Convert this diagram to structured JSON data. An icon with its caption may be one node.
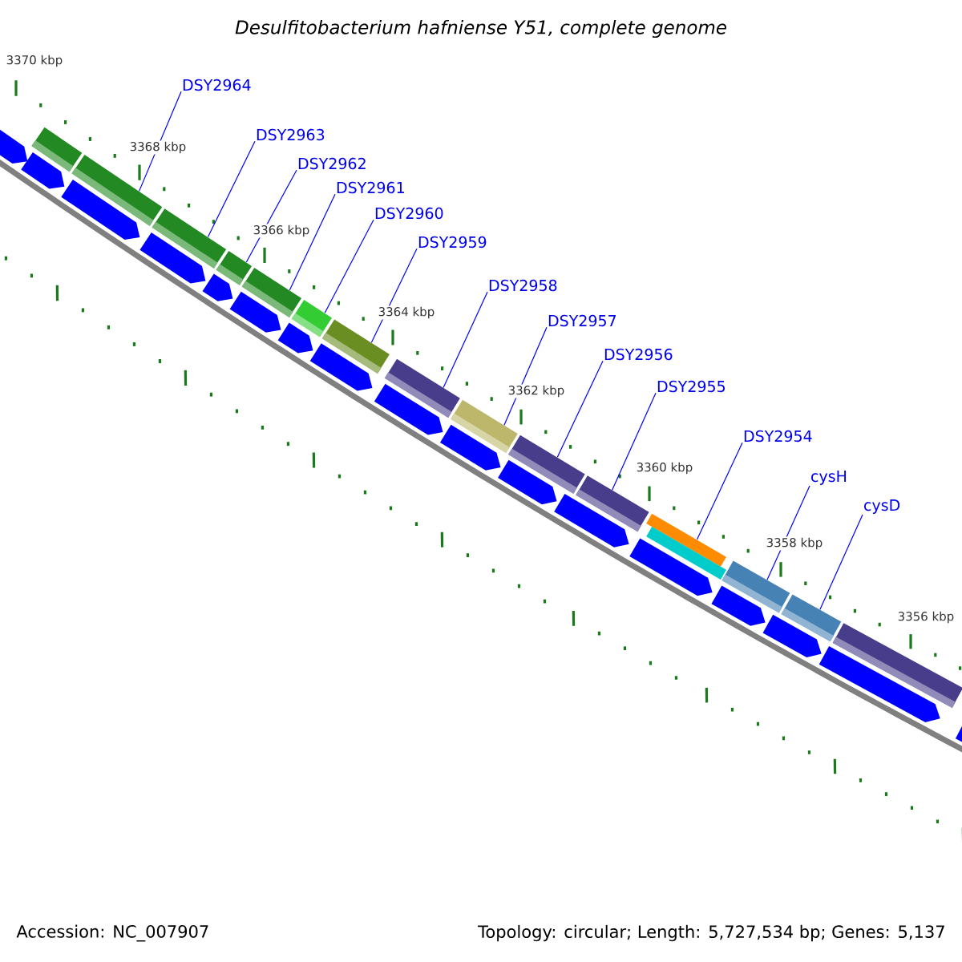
{
  "diagram": {
    "title": "Desulfitobacterium hafniense Y51, complete genome",
    "nodes": [
      {
        "text": [
          "DSY2964"
        ]
      },
      {
        "text": [
          "DSY2963"
        ]
      },
      {
        "text": [
          "DSY2962"
        ]
      },
      {
        "text": [
          "DSY2961"
        ]
      },
      {
        "text": [
          "DSY2960"
        ]
      },
      {
        "text": [
          "DSY2959"
        ]
      },
      {
        "text": [
          "DSY2958"
        ]
      },
      {
        "text": [
          "DSY2957"
        ]
      },
      {
        "text": [
          "DSY2956"
        ]
      },
      {
        "text": [
          "DSY2955"
        ]
      },
      {
        "text": [
          "DSY2954"
        ]
      },
      {
        "text": [
          "cysH"
        ]
      },
      {
        "text": [
          "cysD"
        ]
      },
      {
        "text": [],
        "shape": "bar"
      },
      {
        "text": [],
        "shape": "bar"
      },
      {
        "text": [],
        "shape": "bar"
      },
      {
        "text": [],
        "shape": "bar"
      },
      {
        "text": [],
        "shape": "bar"
      },
      {
        "text": [],
        "shape": "bar"
      },
      {
        "text": [],
        "shape": "bar"
      },
      {
        "text": [],
        "shape": "bar"
      },
      {
        "text": [],
        "shape": "bar"
      },
      {
        "text": [],
        "shape": "bar"
      },
      {
        "text": [],
        "shape": "bar"
      },
      {
        "text": [],
        "shape": "bar"
      },
      {
        "text": [],
        "shape": "bar"
      },
      {
        "text": [],
        "shape": "bar"
      },
      {
        "text": [],
        "shape": "bar"
      },
      {
        "text": [],
        "shape": "bar"
      },
      {
        "text": [],
        "shape": "arrow"
      },
      {
        "text": [],
        "shape": "arrow"
      },
      {
        "text": [],
        "shape": "arrow"
      },
      {
        "text": [],
        "shape": "arrow"
      },
      {
        "text": [],
        "shape": "arrow"
      },
      {
        "text": [],
        "shape": "arrow"
      },
      {
        "text": [],
        "shape": "arrow"
      },
      {
        "text": [],
        "shape": "arrow"
      },
      {
        "text": [],
        "shape": "arrow"
      },
      {
        "text": [],
        "shape": "arrow"
      },
      {
        "text": [],
        "shape": "arrow"
      },
      {
        "text": [],
        "shape": "arrow"
      },
      {
        "text": [],
        "shape": "arrow"
      },
      {
        "text": [],
        "shape": "arrow"
      },
      {
        "text": [],
        "shape": "arrow"
      },
      {
        "text": [],
        "shape": "arrow"
      },
      {
        "text": [],
        "shape": "arrow"
      }
    ],
    "edges": [
      {
        "from": 0,
        "to": 14,
        "arrow": "none"
      },
      {
        "from": 1,
        "to": 15,
        "arrow": "none"
      },
      {
        "from": 2,
        "to": 16,
        "arrow": "none"
      },
      {
        "from": 3,
        "to": 17,
        "arrow": "none"
      },
      {
        "from": 4,
        "to": 18,
        "arrow": "none"
      },
      {
        "from": 5,
        "to": 19,
        "arrow": "none"
      },
      {
        "from": 6,
        "to": 20,
        "arrow": "none"
      },
      {
        "from": 7,
        "to": 21,
        "arrow": "none"
      },
      {
        "from": 8,
        "to": 22,
        "arrow": "none"
      },
      {
        "from": 9,
        "to": 23,
        "arrow": "none"
      },
      {
        "from": 10,
        "to": 24,
        "arrow": "none"
      },
      {
        "from": 11,
        "to": 26,
        "arrow": "none"
      },
      {
        "from": 12,
        "to": 27,
        "arrow": "none"
      }
    ],
    "labels": [
      "3370 kbp",
      "3368 kbp",
      "3366 kbp",
      "3364 kbp",
      "3362 kbp",
      "3360 kbp",
      "3358 kbp",
      "3356 kbp",
      "Accession: NC_007907",
      "Topology: circular; Length: 5,727,534 bp; Genes: 5,137"
    ]
  }
}
